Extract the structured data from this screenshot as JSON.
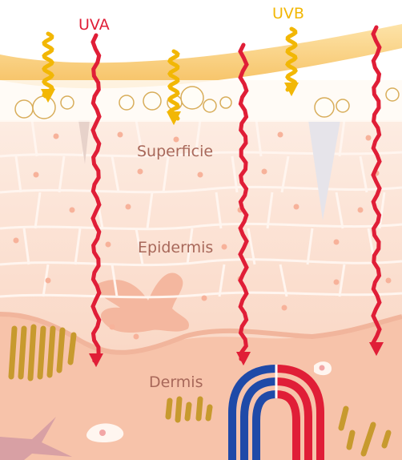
{
  "labels": {
    "uva": "UVA",
    "uvb": "UVB",
    "superficie": "Superficie",
    "epidermis": "Epidermis",
    "dermis": "Dermis"
  },
  "colors": {
    "uva": "#e01e37",
    "uvb": "#f2b705",
    "vein": "#1f4aa8",
    "artery": "#e01e37",
    "epidermis": "#fbe1d3",
    "dermis": "#f7c3aa",
    "surface_band": "#f8cf7e",
    "fiber": "#c79a2e",
    "layer_text": "#a8685a"
  },
  "icons": [
    "uva-ray-icon",
    "uvb-ray-icon",
    "blood-vessel-icon",
    "cell-icon",
    "collagen-fiber-icon"
  ]
}
